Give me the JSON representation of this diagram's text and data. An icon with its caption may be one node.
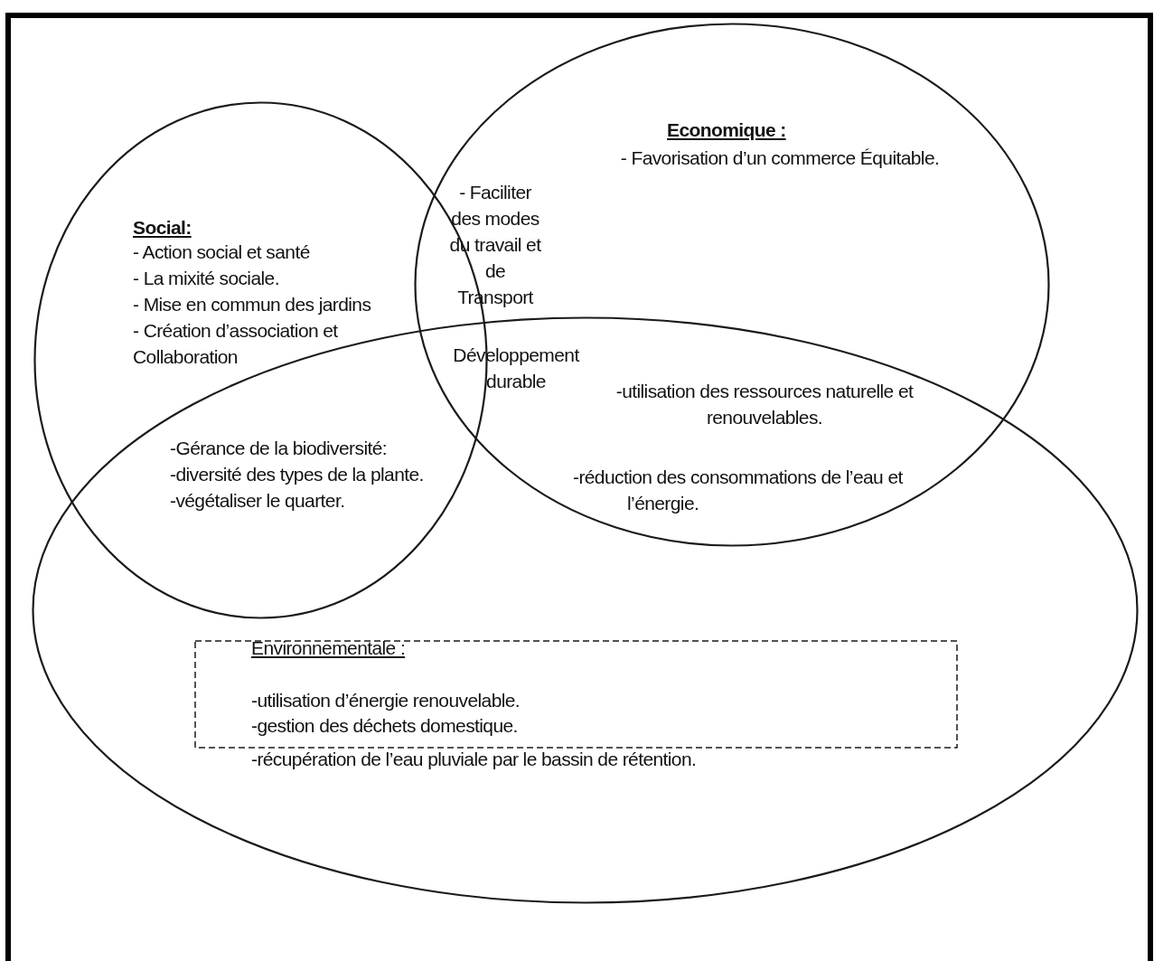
{
  "diagram": {
    "nodes": [
      {
        "text": [
          "Social:",
          "- Action social et santé",
          "- La mixité sociale.",
          "- Mise en commun des jardins",
          "- Création d’association et Collaboration"
        ]
      },
      {
        "text": [
          "Economique :",
          "- Favorisation d’un commerce Équitable."
        ]
      },
      {
        "text": [],
        "shape": "ellipse"
      },
      {
        "text": [
          "Environnementale :",
          "-utilisation d’énergie renouvelable.",
          "-gestion des déchets domestique."
        ],
        "in": 2,
        "beside": [
          "-récupération de l’eau pluviale par le bassin de rétention."
        ]
      }
    ],
    "edges": [],
    "labels": [
      "- Faciliter des modes du travail et de Transport",
      "Développement durable",
      "-utilisation des ressources naturelle et renouvelables.",
      "-Gérance de la biodiversité:",
      "-diversité des types de la plante.",
      "-végétaliser le quarter.",
      "-réduction des consommations de l’eau et l’énergie."
    ]
  }
}
